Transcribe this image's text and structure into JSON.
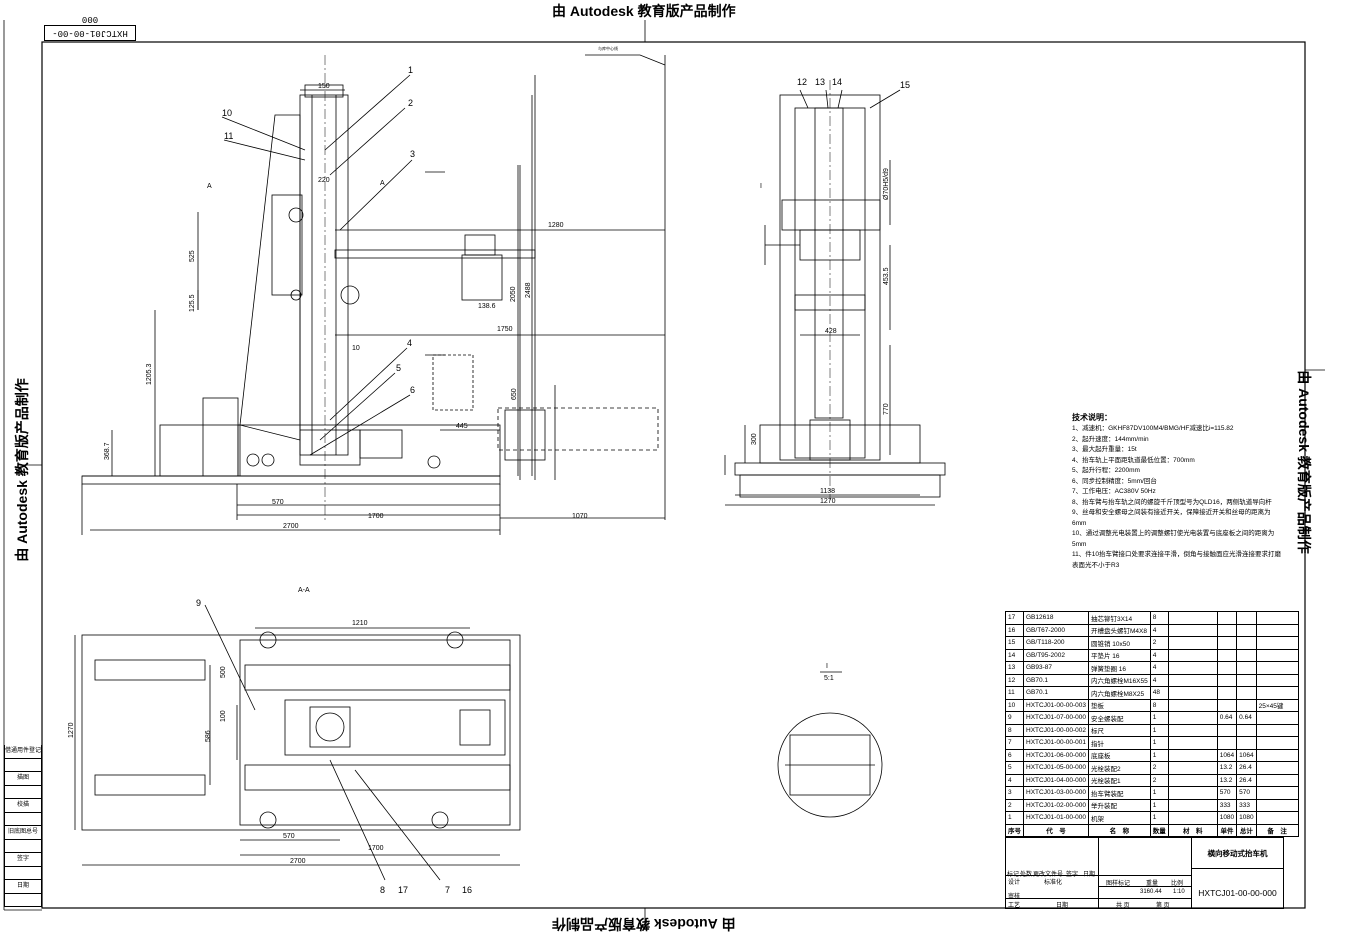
{
  "watermark": "由 Autodesk 教育版产品制作",
  "drawing_number_box": "HXTCJ01-00-00-000",
  "centerline_note": "与库中心线",
  "section_label": "A-A",
  "section_marks": [
    "A",
    "A"
  ],
  "detail_label": "I",
  "detail_scale": "I\n5:1",
  "balloons": [
    "1",
    "2",
    "3",
    "4",
    "5",
    "6",
    "10",
    "11",
    "12",
    "13",
    "14",
    "15",
    "9",
    "8",
    "17",
    "7",
    "16"
  ],
  "dims_front": [
    "150",
    "220",
    "525",
    "125.5",
    "1205.3",
    "368.7",
    "1280",
    "2050",
    "2488",
    "138.6",
    "1750",
    "10",
    "650",
    "445",
    "570",
    "1700",
    "2700",
    "1070"
  ],
  "dims_side": [
    "Ø70H5/d9",
    "453.5",
    "428",
    "770",
    "300",
    "1138",
    "1270"
  ],
  "dims_plan": [
    "1210",
    "500",
    "100",
    "586",
    "1270",
    "570",
    "1700",
    "2700"
  ],
  "tech_notes": {
    "title": "技术说明：",
    "items": [
      "1、减速机：GKHF87DV100M4/BMG/HF减速比i=115.82",
      "2、起升速度：144mm/min",
      "3、最大起升重量：15t",
      "4、抬车轨上平面距轨道最低位置：700mm",
      "5、起升行程：2200mm",
      "6、同步控制精度：5mm/回台",
      "7、工作电压：AC380V  50Hz",
      "8、抬车臂与抬车轨之间的螺旋千斤顶型号为QLD16，两侧轨道导向杆",
      "9、丝母和安全螺母之间装有接近开关，保障接近开关和丝母的距离为6mm",
      "10、通过调整光电装置上的调整螺钉使光电装置与底座板之间的距离为5mm",
      "11、件10抬车臂接口处要求连接平滑，倒角与接触面应光滑连接要求打磨表面光不小于R3"
    ]
  },
  "bom": {
    "header": [
      "序号",
      "代　号",
      "名　称",
      "数量",
      "材　料",
      "单件",
      "总计",
      "备　注"
    ],
    "weight_label": "重量",
    "rows": [
      [
        "17",
        "GB12618",
        "抽芯铆钉3X14",
        "8",
        "",
        "",
        "",
        ""
      ],
      [
        "16",
        "GB/T67-2000",
        "开槽盘头螺钉M4X8",
        "4",
        "",
        "",
        "",
        ""
      ],
      [
        "15",
        "GB/T118-200",
        "圆锥销 10x50",
        "2",
        "",
        "",
        "",
        ""
      ],
      [
        "14",
        "GB/T95-2002",
        "平垫片 16",
        "4",
        "",
        "",
        "",
        ""
      ],
      [
        "13",
        "GB93-87",
        "弹簧垫圈 16",
        "4",
        "",
        "",
        "",
        ""
      ],
      [
        "12",
        "GB70.1",
        "内六角螺栓M16X55",
        "4",
        "",
        "",
        "",
        ""
      ],
      [
        "11",
        "GB70.1",
        "内六角螺栓M8X25",
        "48",
        "",
        "",
        "",
        ""
      ],
      [
        "10",
        "HXTCJ01-00-00-003",
        "垫板",
        "8",
        "",
        "",
        "",
        "25×45键"
      ],
      [
        "9",
        "HXTCJ01-07-00-000",
        "安全螺装配",
        "1",
        "",
        "0.64",
        "0.64",
        ""
      ],
      [
        "8",
        "HXTCJ01-00-00-002",
        "标尺",
        "1",
        "",
        "",
        "",
        ""
      ],
      [
        "7",
        "HXTCJ01-00-00-001",
        "指针",
        "1",
        "",
        "",
        "",
        ""
      ],
      [
        "6",
        "HXTCJ01-06-00-000",
        "底座板",
        "1",
        "",
        "1064",
        "1064",
        ""
      ],
      [
        "5",
        "HXTCJ01-05-00-000",
        "光栓装配2",
        "2",
        "",
        "13.2",
        "26.4",
        ""
      ],
      [
        "4",
        "HXTCJ01-04-00-000",
        "光栓装配1",
        "2",
        "",
        "13.2",
        "26.4",
        ""
      ],
      [
        "3",
        "HXTCJ01-03-00-000",
        "抬车臂装配",
        "1",
        "",
        "570",
        "570",
        ""
      ],
      [
        "2",
        "HXTCJ01-02-00-000",
        "举升装配",
        "1",
        "",
        "333",
        "333",
        ""
      ],
      [
        "1",
        "HXTCJ01-01-00-000",
        "机架",
        "1",
        "",
        "1080",
        "1080",
        ""
      ]
    ]
  },
  "title_block": {
    "product_name": "横向移动式抬车机",
    "drawing_number": "HXTCJ01-00-00-000",
    "weight": "3160.44",
    "scale": "1:10",
    "labels": {
      "mark": "标记",
      "count": "处数",
      "doc": "更改文件号",
      "sign": "签字",
      "date": "日期",
      "design": "设计",
      "std": "标准化",
      "stage": "图样标记",
      "weight": "重量",
      "scale": "比例",
      "check": "审核",
      "process": "工艺",
      "approve": "日期",
      "sheets": "共  页",
      "sheet": "第  页"
    }
  },
  "side_strip": [
    "借通用件登记",
    "描图",
    "校描",
    "旧底图总号",
    "签字",
    "日期"
  ]
}
